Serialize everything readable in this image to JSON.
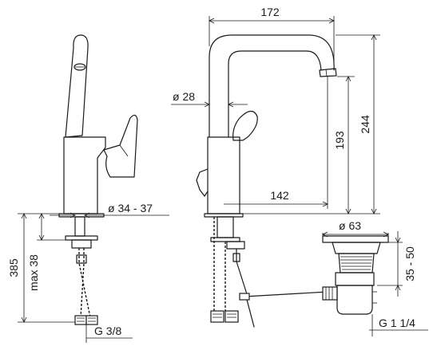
{
  "dimensions": {
    "top_width": "172",
    "diameter_28": "ø 28",
    "height_193": "193",
    "height_244": "244",
    "reach_142": "142",
    "diameter_34_37": "ø 34 - 37",
    "height_385": "385",
    "max_38": "max 38",
    "thread_g38": "G 3/8",
    "diameter_63": "ø 63",
    "range_35_50": "35 - 50",
    "thread_g114": "G 1 1/4"
  }
}
